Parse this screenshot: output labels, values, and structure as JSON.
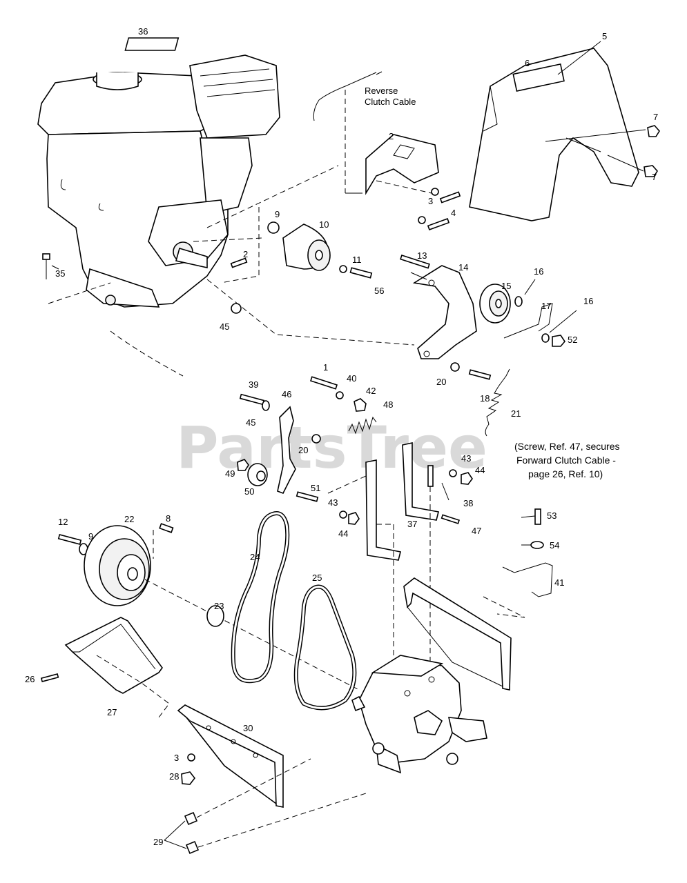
{
  "watermark": "PartsTree",
  "annotations": {
    "reverse_cable_line1": "Reverse",
    "reverse_cable_line2": "Clutch Cable",
    "note_line1": "(Screw, Ref. 47, secures",
    "note_line2": "Forward Clutch Cable -",
    "note_line3": "page 26, Ref. 10)"
  },
  "callouts": {
    "c1": "1",
    "c2a": "2",
    "c2b": "2",
    "c3a": "3",
    "c3b": "3",
    "c4": "4",
    "c5": "5",
    "c6": "6",
    "c7a": "7",
    "c7b": "7",
    "c8": "8",
    "c9a": "9",
    "c9b": "9",
    "c10": "10",
    "c11": "11",
    "c12": "12",
    "c13": "13",
    "c14": "14",
    "c15": "15",
    "c16a": "16",
    "c16b": "16",
    "c17": "17",
    "c18": "18",
    "c20a": "20",
    "c20b": "20",
    "c21": "21",
    "c22": "22",
    "c23": "23",
    "c24": "24",
    "c25": "25",
    "c26": "26",
    "c27": "27",
    "c28": "28",
    "c29": "29",
    "c30": "30",
    "c35": "35",
    "c36": "36",
    "c37": "37",
    "c38": "38",
    "c39": "39",
    "c40": "40",
    "c41": "41",
    "c42": "42",
    "c43a": "43",
    "c43b": "43",
    "c44a": "44",
    "c44b": "44",
    "c45a": "45",
    "c45b": "45",
    "c46": "46",
    "c47": "47",
    "c48": "48",
    "c49": "49",
    "c50": "50",
    "c51": "51",
    "c52": "52",
    "c53": "53",
    "c54": "54",
    "c56": "56"
  }
}
